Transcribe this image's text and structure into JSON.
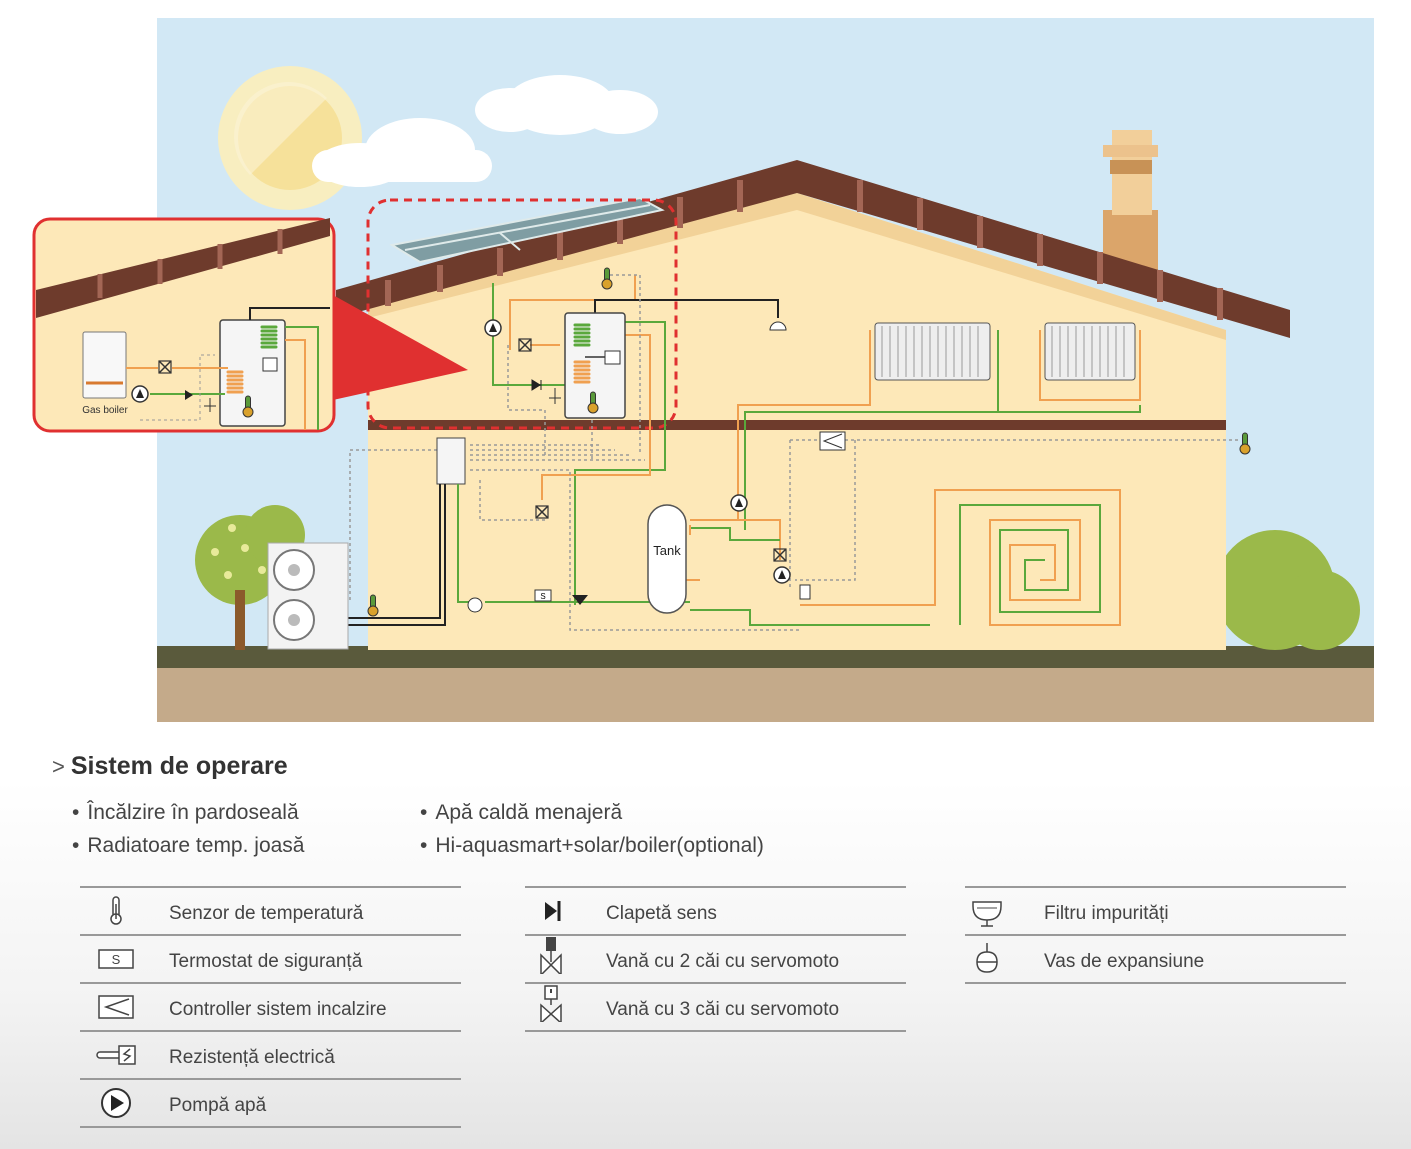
{
  "diagram": {
    "gas_boiler_label": "Gas boiler",
    "tank_label": "Tank",
    "colors": {
      "sky": "#d2e8f5",
      "wall": "#fde8b8",
      "roof": "#6e3b2c",
      "ground": "#5a5a3c",
      "soil": "#c4aa8a",
      "hot_pipe": "#f0a050",
      "cold_pipe": "#5aa83c",
      "highlight": "#e03030"
    }
  },
  "section": {
    "chevron": ">",
    "heading": "Sistem de operare"
  },
  "bullets": {
    "left": [
      "Încălzire în pardoseală",
      "Radiatoare temp. joasă"
    ],
    "right": [
      "Apă caldă menajeră",
      "Hi-aquasmart+solar/boiler(optional)"
    ]
  },
  "legend": {
    "col1": [
      {
        "icon": "thermometer-icon",
        "label": "Senzor de temperatură"
      },
      {
        "icon": "safety-thermostat-icon",
        "label": "Termostat de siguranță",
        "icon_text": "S"
      },
      {
        "icon": "heating-controller-icon",
        "label": "Controller sistem incalzire"
      },
      {
        "icon": "electric-heater-icon",
        "label": "Rezistență electrică"
      },
      {
        "icon": "water-pump-icon",
        "label": "Pompă apă"
      }
    ],
    "col2": [
      {
        "icon": "check-valve-icon",
        "label": "Clapetă sens"
      },
      {
        "icon": "two-way-valve-icon",
        "label": "Vană cu 2 căi cu servomoto"
      },
      {
        "icon": "three-way-valve-icon",
        "label": "Vană cu 3 căi cu servomoto"
      }
    ],
    "col3": [
      {
        "icon": "dirt-filter-icon",
        "label": "Filtru impurități"
      },
      {
        "icon": "expansion-vessel-icon",
        "label": "Vas de expansiune"
      }
    ]
  }
}
